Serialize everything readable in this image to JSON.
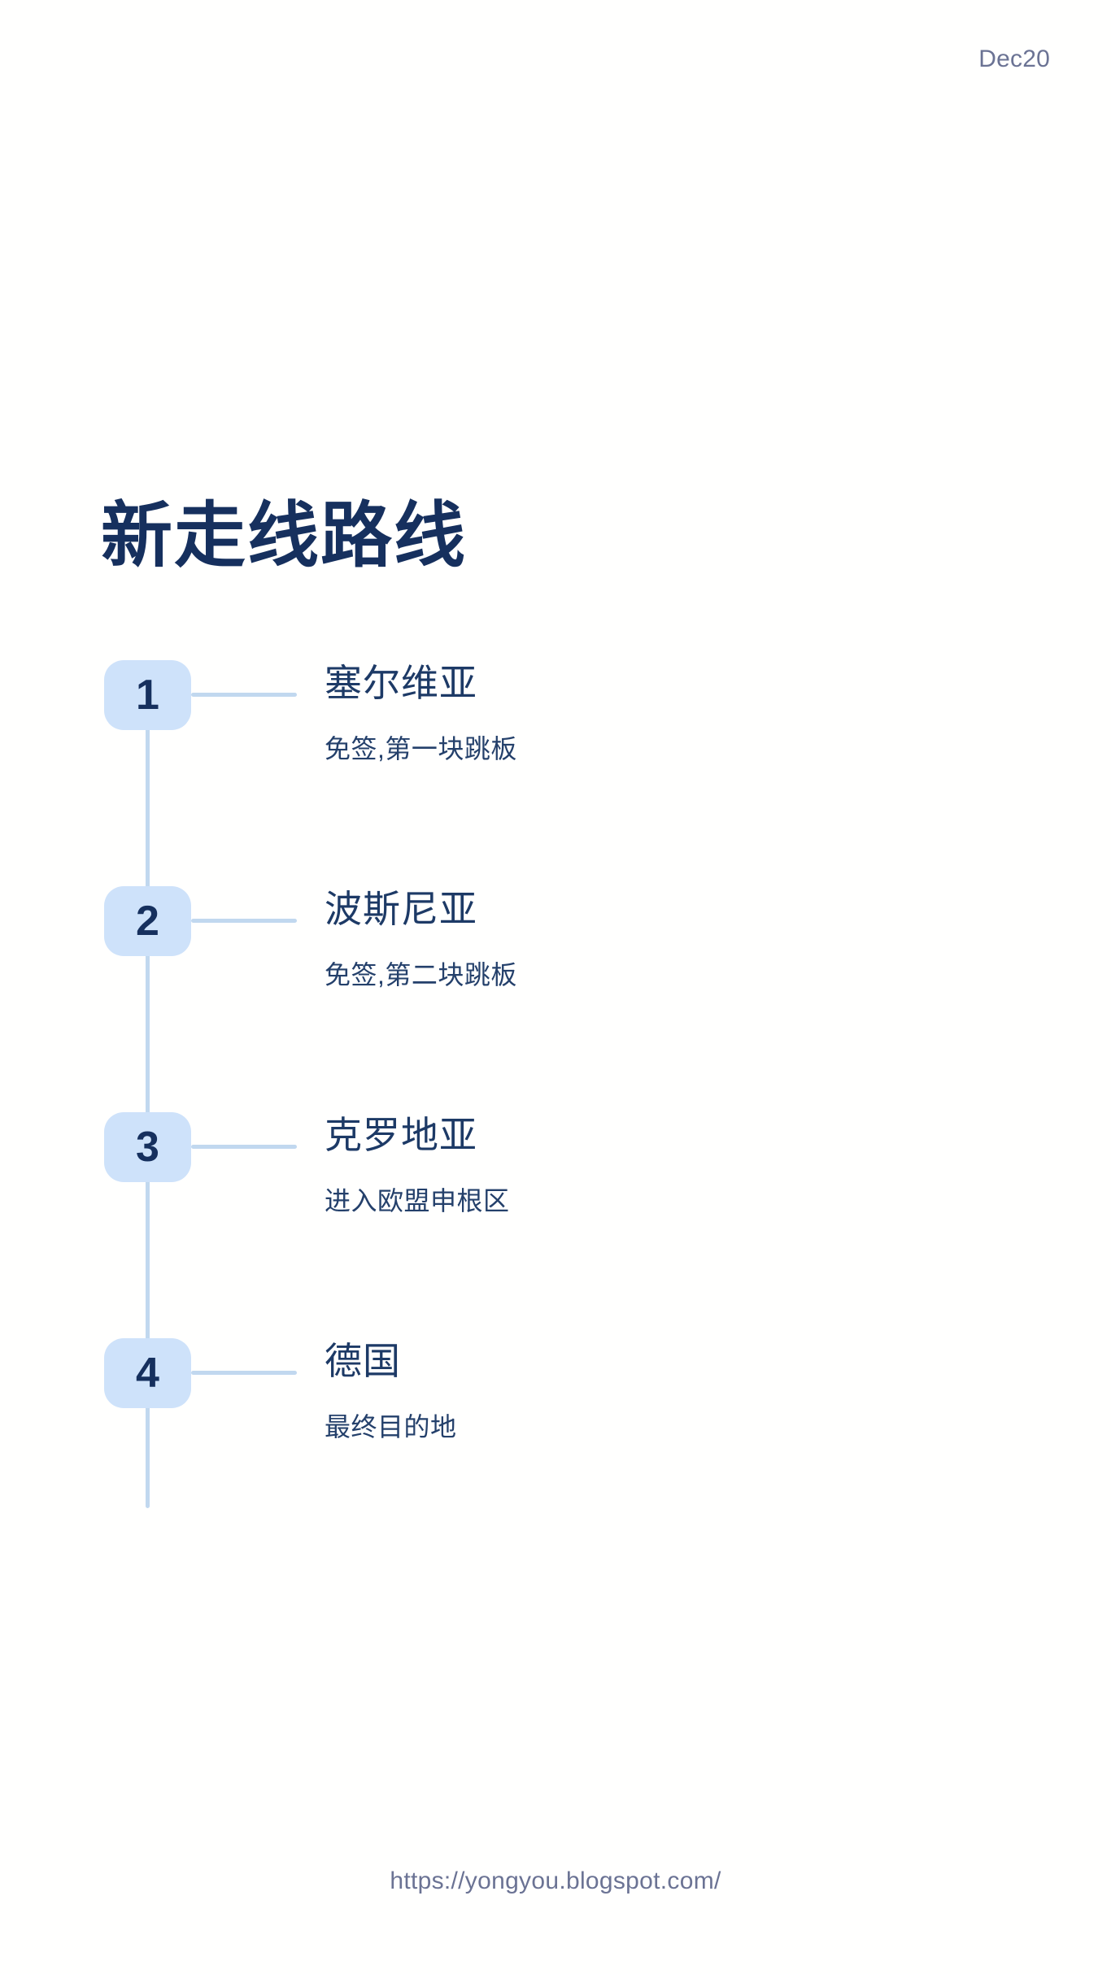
{
  "header": {
    "date_label": "Dec20"
  },
  "title": "新走线路线",
  "timeline": {
    "steps": [
      {
        "number": "1",
        "title": "塞尔维亚",
        "subtitle": "免签,第一块跳板"
      },
      {
        "number": "2",
        "title": "波斯尼亚",
        "subtitle": "免签,第二块跳板"
      },
      {
        "number": "3",
        "title": "克罗地亚",
        "subtitle": "进入欧盟申根区"
      },
      {
        "number": "4",
        "title": "德国",
        "subtitle": "最终目的地"
      }
    ]
  },
  "footer": {
    "url": "https://yongyou.blogspot.com/"
  },
  "colors": {
    "background": "#fffffe",
    "title_navy": "#16305e",
    "badge_fill": "#cee2fa",
    "line_blue": "#c1d8ef",
    "muted_text": "#6b7394",
    "step_title": "#1d3a66"
  }
}
